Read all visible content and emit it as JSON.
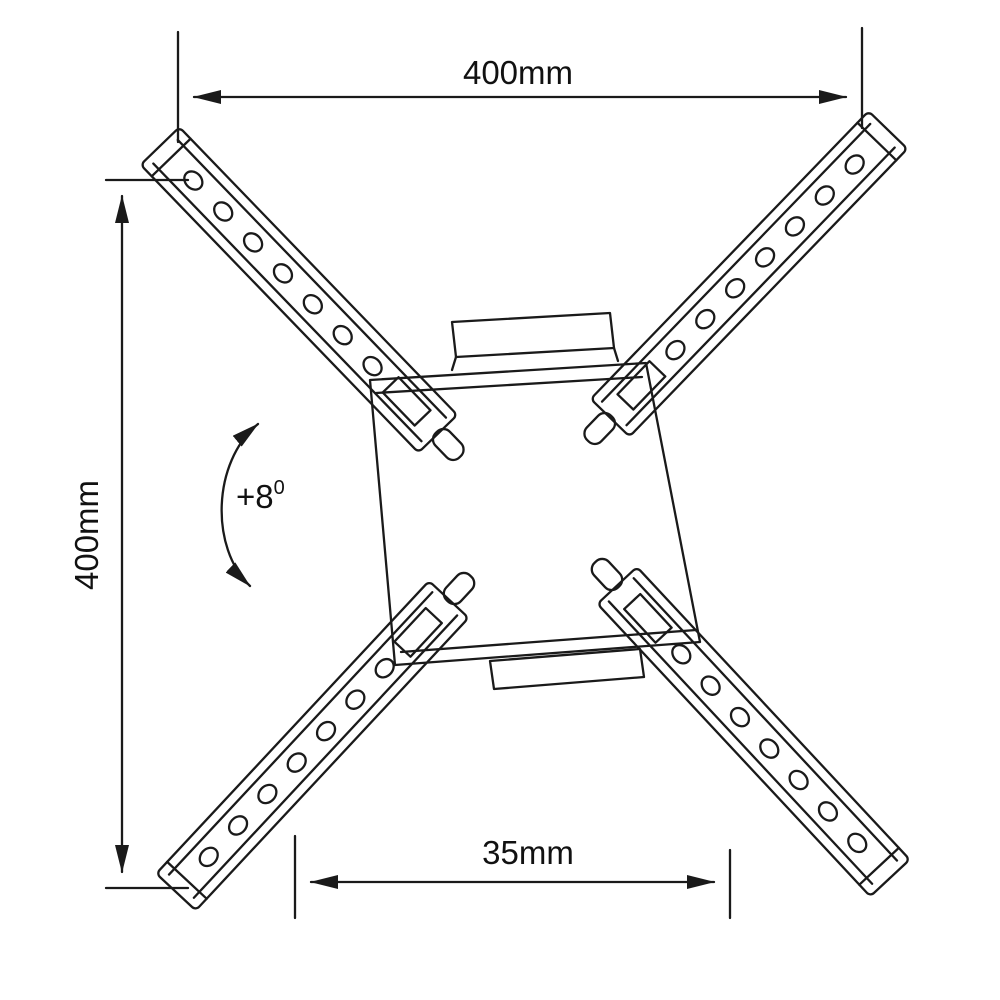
{
  "drawing": {
    "kind": "technical-line-drawing",
    "subject": "x-shaped-tv-wall-mount-bracket",
    "labels": {
      "dimension_top": "400mm",
      "dimension_left": "400mm",
      "dimension_bottom": "35mm",
      "tilt_value": "+8",
      "tilt_superscript": "0"
    },
    "colors": {
      "line": "#1a1a1a",
      "background": "#ffffff",
      "text": "#111111"
    }
  }
}
